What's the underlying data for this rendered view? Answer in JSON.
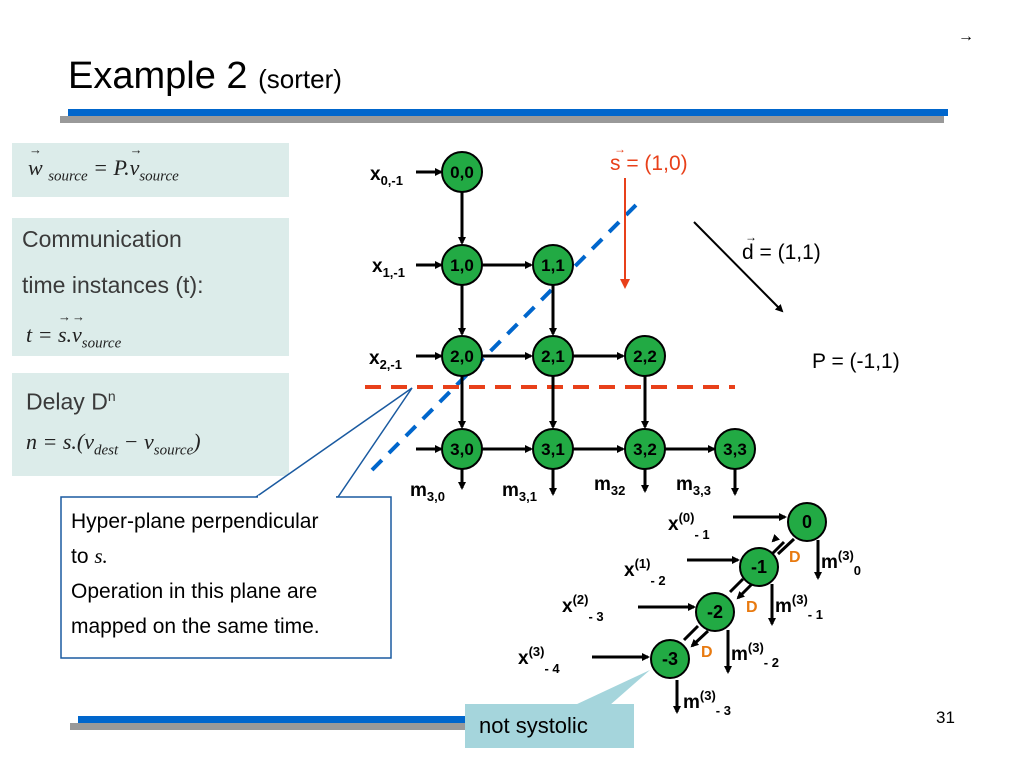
{
  "nav": {
    "arrow": "→"
  },
  "title": {
    "main": "Example 2",
    "sub": "(sorter)"
  },
  "left_panels": {
    "formula_w": {
      "lhs": "w",
      "lhs_sub": "source",
      "rhs": "= P.",
      "rhs_v": "v",
      "rhs_sub": "source"
    },
    "comm": {
      "line1": "Communication",
      "line2": "time instances (t):",
      "formula_lhs": "t = ",
      "formula_mid": "s.",
      "formula_v": "v",
      "formula_sub": "source"
    },
    "delay": {
      "label": "Delay D",
      "label_sup": "n",
      "formula": "n = s.(v",
      "f_sub1": "dest",
      "f_mid": " − v",
      "f_sub2": "source",
      "f_end": ")"
    }
  },
  "callout": {
    "line1": "Hyper-plane perpendicular",
    "line2_pre": "to ",
    "line2_s": "s.",
    "line3": "Operation in this plane are",
    "line4": "mapped on the same time."
  },
  "annotations": {
    "s_vec": "s = (1,0)",
    "d_vec": "d = (1,1)",
    "p_vec": "P = (-1,1)"
  },
  "grid": {
    "inputs": [
      {
        "base": "x",
        "sub": "0,-1"
      },
      {
        "base": "x",
        "sub": "1,-1"
      },
      {
        "base": "x",
        "sub": "2,-1"
      }
    ],
    "nodes": [
      {
        "label": "0,0"
      },
      {
        "label": "1,0"
      },
      {
        "label": "1,1"
      },
      {
        "label": "2,0"
      },
      {
        "label": "2,1"
      },
      {
        "label": "2,2"
      },
      {
        "label": "3,0"
      },
      {
        "label": "3,1"
      },
      {
        "label": "3,2"
      },
      {
        "label": "3,3"
      }
    ],
    "outputs": [
      {
        "base": "m",
        "sub": "3,0"
      },
      {
        "base": "m",
        "sub": "3,1"
      },
      {
        "base": "m",
        "sub": "32"
      },
      {
        "base": "m",
        "sub": "3,3"
      }
    ]
  },
  "chain": {
    "nodes": [
      {
        "label": "0"
      },
      {
        "label": "-1"
      },
      {
        "label": "-2"
      },
      {
        "label": "-3"
      }
    ],
    "inputs": [
      {
        "base": "x",
        "sup": "(0)",
        "sub": "- 1"
      },
      {
        "base": "x",
        "sup": "(1)",
        "sub": "- 2"
      },
      {
        "base": "x",
        "sup": "(2)",
        "sub": "- 3"
      },
      {
        "base": "x",
        "sup": "(3)",
        "sub": "- 4"
      }
    ],
    "outputs": [
      {
        "base": "m",
        "sup": "(3)",
        "sub": "0"
      },
      {
        "base": "m",
        "sup": "(3)",
        "sub": "- 1"
      },
      {
        "base": "m",
        "sup": "(3)",
        "sub": "- 2"
      },
      {
        "base": "m",
        "sup": "(3)",
        "sub": "- 3"
      }
    ],
    "delay_label": "D"
  },
  "not_systolic": "not systolic",
  "page_number": "31",
  "colors": {
    "node_fill": "#22aa44",
    "accent_blue": "#0066cc",
    "accent_red": "#e8401a",
    "delay_orange": "#e87a10",
    "panel_bg": "#dcecea",
    "teal_box": "#a5d5dc"
  }
}
